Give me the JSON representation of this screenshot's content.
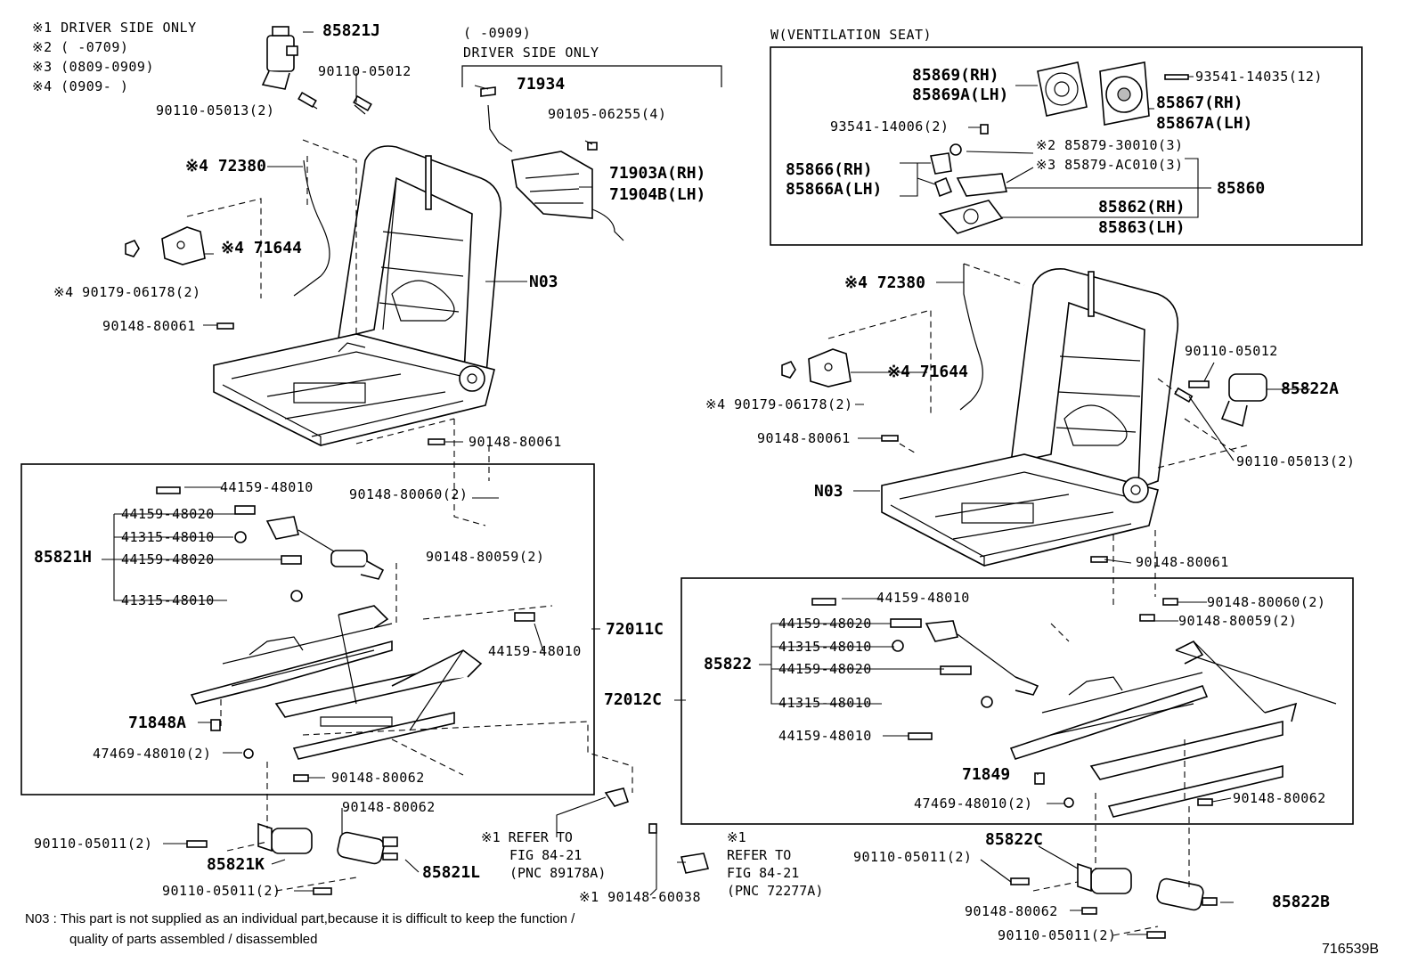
{
  "legend": [
    "※1 DRIVER SIDE ONLY",
    "※2 (     -0709)",
    "※3 (0809-0909)",
    "※4 (0909-     )"
  ],
  "headers": {
    "driver_range": "(     -0909)",
    "driver_only": "DRIVER SIDE ONLY",
    "ventilation": "W(VENTILATION SEAT)"
  },
  "labels": [
    {
      "id": "l01",
      "text": "85821J",
      "kind": "big"
    },
    {
      "id": "l02",
      "text": "90110-05012",
      "kind": "mono"
    },
    {
      "id": "l03",
      "text": "90110-05013(2)",
      "kind": "mono"
    },
    {
      "id": "l04",
      "text": "※4 72380",
      "kind": "big"
    },
    {
      "id": "l05",
      "text": "※4 71644",
      "kind": "big"
    },
    {
      "id": "l06",
      "text": "※4 90179-06178(2)",
      "kind": "mono"
    },
    {
      "id": "l07",
      "text": "90148-80061",
      "kind": "mono"
    },
    {
      "id": "l08",
      "text": "71934",
      "kind": "big"
    },
    {
      "id": "l09",
      "text": "90105-06255(4)",
      "kind": "mono"
    },
    {
      "id": "l10",
      "text": "71903A(RH)",
      "kind": "big"
    },
    {
      "id": "l11",
      "text": "71904B(LH)",
      "kind": "big"
    },
    {
      "id": "l12",
      "text": "N03",
      "kind": "big"
    },
    {
      "id": "l13",
      "text": "90148-80061",
      "kind": "mono"
    },
    {
      "id": "l14",
      "text": "44159-48010",
      "kind": "mono"
    },
    {
      "id": "l15",
      "text": "90148-80060(2)",
      "kind": "mono"
    },
    {
      "id": "l16",
      "text": "44159-48020",
      "kind": "mono"
    },
    {
      "id": "l17",
      "text": "41315-48010",
      "kind": "mono"
    },
    {
      "id": "l18",
      "text": "85821H",
      "kind": "big"
    },
    {
      "id": "l19",
      "text": "44159-48020",
      "kind": "mono"
    },
    {
      "id": "l20",
      "text": "90148-80059(2)",
      "kind": "mono"
    },
    {
      "id": "l21",
      "text": "41315-48010",
      "kind": "mono"
    },
    {
      "id": "l22",
      "text": "72011C",
      "kind": "big"
    },
    {
      "id": "l23",
      "text": "44159-48010",
      "kind": "mono"
    },
    {
      "id": "l24",
      "text": "71848A",
      "kind": "big"
    },
    {
      "id": "l25",
      "text": "47469-48010(2)",
      "kind": "mono"
    },
    {
      "id": "l26",
      "text": "90148-80062",
      "kind": "mono"
    },
    {
      "id": "l27",
      "text": "90148-80062",
      "kind": "mono"
    },
    {
      "id": "l28",
      "text": "90110-05011(2)",
      "kind": "mono"
    },
    {
      "id": "l29",
      "text": "85821K",
      "kind": "big"
    },
    {
      "id": "l30",
      "text": "85821L",
      "kind": "big"
    },
    {
      "id": "l31",
      "text": "90110-05011(2)",
      "kind": "mono"
    },
    {
      "id": "l32",
      "text": "※1 90148-60038",
      "kind": "mono"
    },
    {
      "id": "l33",
      "text": "85869(RH)",
      "kind": "big"
    },
    {
      "id": "l34",
      "text": "85869A(LH)",
      "kind": "big"
    },
    {
      "id": "l35",
      "text": "93541-14035(12)",
      "kind": "mono"
    },
    {
      "id": "l36",
      "text": "85867(RH)",
      "kind": "big"
    },
    {
      "id": "l37",
      "text": "85867A(LH)",
      "kind": "big"
    },
    {
      "id": "l38",
      "text": "93541-14006(2)",
      "kind": "mono"
    },
    {
      "id": "l39",
      "text": "※2 85879-30010(3)",
      "kind": "mono"
    },
    {
      "id": "l40",
      "text": "※3 85879-AC010(3)",
      "kind": "mono"
    },
    {
      "id": "l41",
      "text": "85866(RH)",
      "kind": "big"
    },
    {
      "id": "l42",
      "text": "85866A(LH)",
      "kind": "big"
    },
    {
      "id": "l43",
      "text": "85860",
      "kind": "big"
    },
    {
      "id": "l44",
      "text": "85862(RH)",
      "kind": "big"
    },
    {
      "id": "l45",
      "text": "85863(LH)",
      "kind": "big"
    },
    {
      "id": "l46",
      "text": "※4 72380",
      "kind": "big"
    },
    {
      "id": "l47",
      "text": "90110-05012",
      "kind": "mono"
    },
    {
      "id": "l48",
      "text": "※4 71644",
      "kind": "big"
    },
    {
      "id": "l49",
      "text": "85822A",
      "kind": "big"
    },
    {
      "id": "l50",
      "text": "※4 90179-06178(2)",
      "kind": "mono"
    },
    {
      "id": "l51",
      "text": "90148-80061",
      "kind": "mono"
    },
    {
      "id": "l52",
      "text": "90110-05013(2)",
      "kind": "mono"
    },
    {
      "id": "l53",
      "text": "N03",
      "kind": "big"
    },
    {
      "id": "l54",
      "text": "90148-80061",
      "kind": "mono"
    },
    {
      "id": "l55",
      "text": "44159-48010",
      "kind": "mono"
    },
    {
      "id": "l56",
      "text": "90148-80060(2)",
      "kind": "mono"
    },
    {
      "id": "l57",
      "text": "90148-80059(2)",
      "kind": "mono"
    },
    {
      "id": "l58",
      "text": "44159-48020",
      "kind": "mono"
    },
    {
      "id": "l59",
      "text": "41315-48010",
      "kind": "mono"
    },
    {
      "id": "l60",
      "text": "85822",
      "kind": "big"
    },
    {
      "id": "l61",
      "text": "44159-48020",
      "kind": "mono"
    },
    {
      "id": "l62",
      "text": "72012C",
      "kind": "big"
    },
    {
      "id": "l63",
      "text": "41315-48010",
      "kind": "mono"
    },
    {
      "id": "l64",
      "text": "44159-48010",
      "kind": "mono"
    },
    {
      "id": "l65",
      "text": "71849",
      "kind": "big"
    },
    {
      "id": "l66",
      "text": "47469-48010(2)",
      "kind": "mono"
    },
    {
      "id": "l67",
      "text": "90148-80062",
      "kind": "mono"
    },
    {
      "id": "l68",
      "text": "85822C",
      "kind": "big"
    },
    {
      "id": "l69",
      "text": "90110-05011(2)",
      "kind": "mono"
    },
    {
      "id": "l70",
      "text": "90148-80062",
      "kind": "mono"
    },
    {
      "id": "l71",
      "text": "85822B",
      "kind": "big"
    },
    {
      "id": "l72",
      "text": "90110-05011(2)",
      "kind": "mono"
    }
  ],
  "refs": {
    "ref1": [
      "※1 REFER TO",
      "FIG 84-21",
      "(PNC 89178A)"
    ],
    "ref2": [
      "※1",
      "REFER TO",
      "FIG 84-21",
      "(PNC 72277A)"
    ]
  },
  "footnote": {
    "line1": "N03 : This part is not supplied as an individual part,because it is difficult to keep the function /",
    "line2": "quality of parts assembled / disassembled"
  },
  "figure_id": "716539B"
}
